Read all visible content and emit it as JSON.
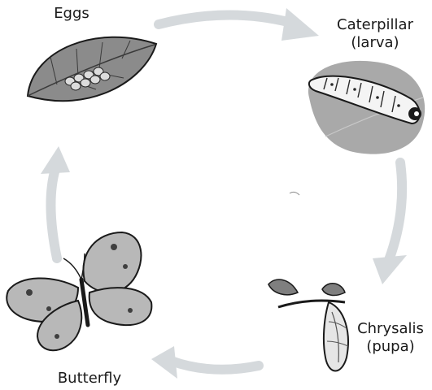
{
  "diagram": {
    "title": "",
    "stages": {
      "eggs": {
        "label": "Eggs"
      },
      "caterpillar": {
        "label": "Caterpillar",
        "sublabel": "(larva)"
      },
      "chrysalis": {
        "label": "Chrysalis",
        "sublabel": "(pupa)"
      },
      "butterfly": {
        "label": "Butterfly"
      }
    },
    "colors": {
      "arrow": "#d5d9dc",
      "leaf": "#8b8b8b",
      "ink": "#1a1a1a",
      "wing_fill": "#b8b8b8"
    },
    "icons": [
      "leaf-with-eggs-icon",
      "caterpillar-on-leaf-icon",
      "chrysalis-on-twig-icon",
      "butterfly-icon"
    ]
  }
}
